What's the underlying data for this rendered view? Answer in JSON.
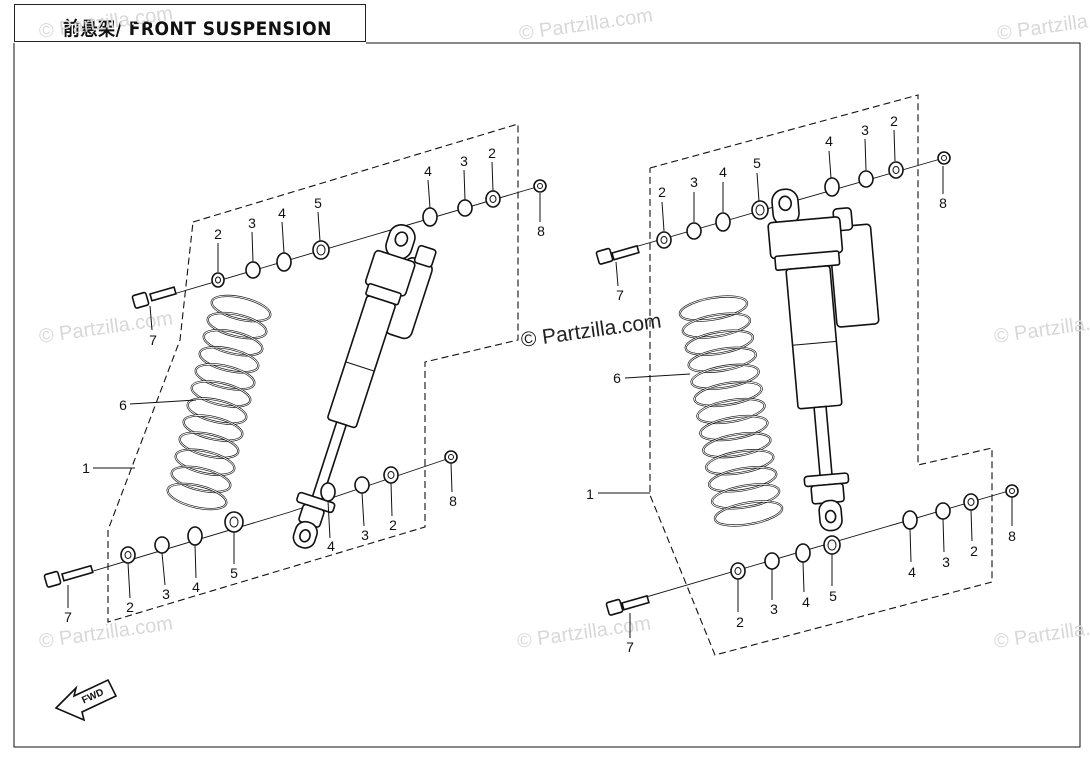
{
  "title": "前悬架/ FRONT SUSPENSION",
  "watermark": "© Partzilla.com",
  "fwd_label": "FWD",
  "callouts": {
    "left": {
      "assembly": "1",
      "top_row": [
        "2",
        "3",
        "4",
        "5",
        "4",
        "3",
        "2",
        "8"
      ],
      "top_bolt": "7",
      "spring": "6",
      "mid_row": [
        "4",
        "3",
        "2",
        "8"
      ],
      "bottom_row": [
        "2",
        "3",
        "4",
        "5"
      ],
      "bottom_bolt": "7"
    },
    "right": {
      "assembly": "1",
      "top_row": [
        "2",
        "3",
        "4",
        "5",
        "4",
        "3",
        "2",
        "8"
      ],
      "top_bolt": "7",
      "spring": "6",
      "mid_row": [
        "4",
        "3",
        "2",
        "8"
      ],
      "bottom_row": [
        "2",
        "3",
        "4",
        "5"
      ],
      "bottom_bolt": "7"
    }
  },
  "colors": {
    "line": "#111111",
    "watermark": "#d8d8d8",
    "background": "#ffffff"
  }
}
